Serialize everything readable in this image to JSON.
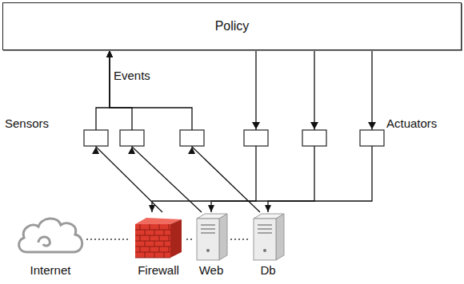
{
  "diagram": {
    "nodes": [
      {
        "text": [
          "Policy"
        ]
      },
      {
        "text": [
          "Internet"
        ]
      },
      {
        "text": [
          "Firewall"
        ]
      },
      {
        "text": [
          "Web"
        ]
      },
      {
        "text": [
          "Db"
        ]
      }
    ],
    "edges": [
      {
        "from": 1,
        "to": 2,
        "arrow": "none"
      },
      {
        "from": 2,
        "to": 3,
        "arrow": "none"
      },
      {
        "from": 3,
        "to": 4,
        "arrow": "none"
      },
      {
        "from": 2,
        "to": 0,
        "arrow": "to"
      },
      {
        "from": 3,
        "to": 0,
        "arrow": "to"
      },
      {
        "from": 4,
        "to": 0,
        "arrow": "to"
      },
      {
        "from": 0,
        "to": 2,
        "arrow": "to"
      },
      {
        "from": 0,
        "to": 3,
        "arrow": "to"
      },
      {
        "from": 0,
        "to": 4,
        "arrow": "to"
      }
    ],
    "labels": [
      "Events",
      "Sensors",
      "Actuators"
    ]
  }
}
